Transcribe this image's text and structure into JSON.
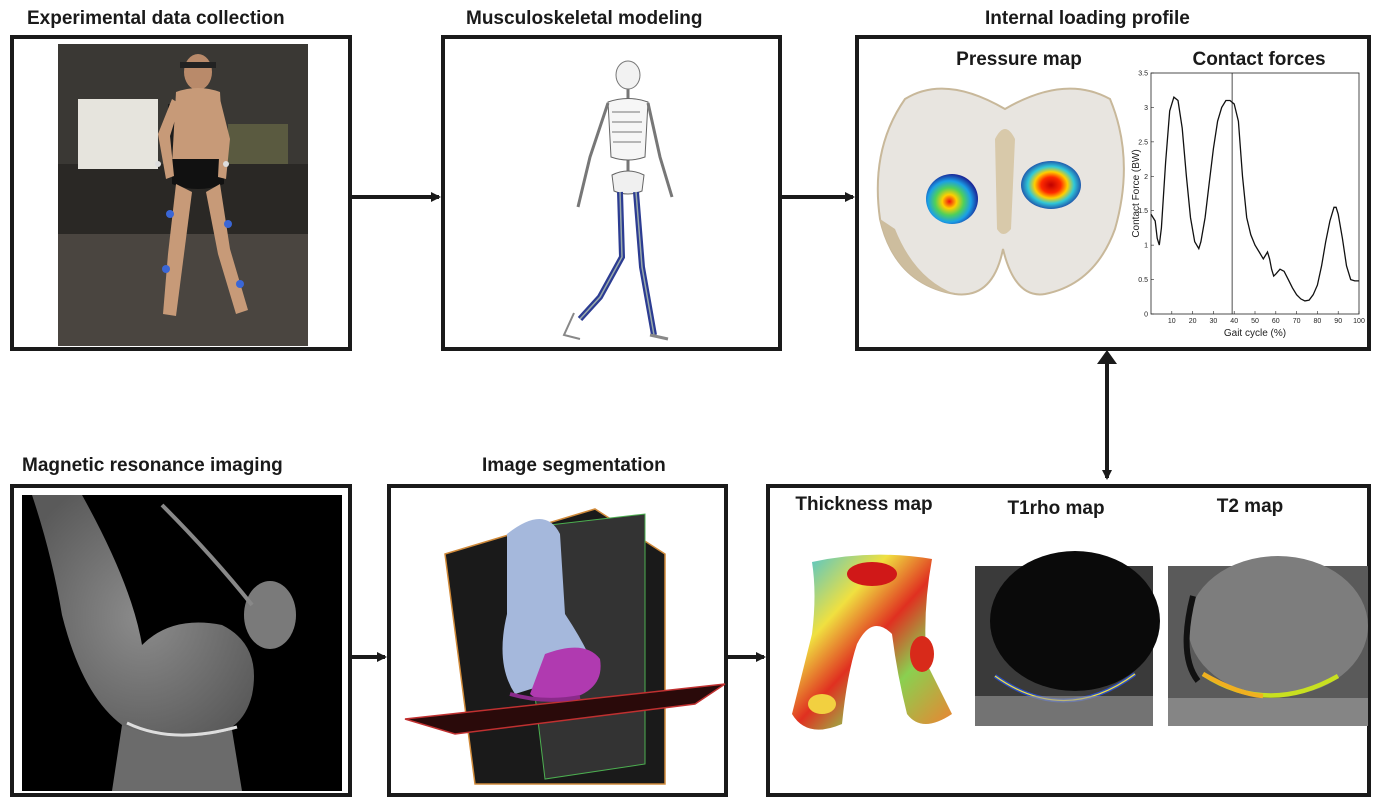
{
  "titles": {
    "experimental": "Experimental data collection",
    "modeling": "Musculoskeletal modeling",
    "loading": "Internal loading profile",
    "mri": "Magnetic resonance imaging",
    "segmentation": "Image segmentation"
  },
  "loading_panel": {
    "pressure_map": "Pressure map",
    "contact_forces": "Contact forces"
  },
  "quant_panel": {
    "thickness_map": "Thickness map",
    "t1rho_map": "T1rho map",
    "t2_map": "T2 map"
  },
  "chart_data": {
    "type": "line",
    "title": "Contact forces",
    "xlabel": "Gait cycle (%)",
    "ylabel": "Contact Force (BW)",
    "xlim": [
      0,
      100
    ],
    "ylim": [
      0,
      3.5
    ],
    "xticks": [
      10,
      20,
      30,
      40,
      50,
      60,
      70,
      80,
      90,
      100
    ],
    "yticks": [
      0,
      0.5,
      1,
      1.5,
      2,
      2.5,
      3,
      3.5
    ],
    "vertical_marker_x": 39,
    "grid": false,
    "series": [
      {
        "x": [
          0,
          1,
          2,
          3,
          4,
          5,
          7,
          9,
          11,
          13,
          15,
          17,
          19,
          21,
          23,
          24,
          26,
          28,
          30,
          32,
          34,
          36,
          38,
          40,
          42,
          44,
          46,
          48,
          50,
          52,
          54,
          55,
          56,
          57,
          58,
          59,
          60,
          62,
          64,
          66,
          68,
          70,
          72,
          74,
          76,
          78,
          80,
          82,
          84,
          86,
          88,
          89,
          90,
          92,
          94,
          96,
          98,
          100
        ],
        "y": [
          1.45,
          1.4,
          1.35,
          1.1,
          1.0,
          1.25,
          2.2,
          2.95,
          3.15,
          3.1,
          2.7,
          2.0,
          1.4,
          1.05,
          0.95,
          1.05,
          1.4,
          1.9,
          2.4,
          2.8,
          3.0,
          3.1,
          3.1,
          3.05,
          2.8,
          2.0,
          1.4,
          1.15,
          1.0,
          0.9,
          0.8,
          0.85,
          0.9,
          0.8,
          0.65,
          0.55,
          0.58,
          0.65,
          0.62,
          0.5,
          0.38,
          0.28,
          0.22,
          0.19,
          0.2,
          0.28,
          0.42,
          0.7,
          1.05,
          1.35,
          1.55,
          1.55,
          1.45,
          1.1,
          0.7,
          0.5,
          0.48,
          0.48
        ]
      }
    ]
  },
  "colors": {
    "panel_border": "#1a1a1a",
    "arrow": "#1a1a1a",
    "bone": "#d9d3c7",
    "segmentation_femur": "#a5b8dc",
    "segmentation_cartilage": "#b03ab0"
  }
}
